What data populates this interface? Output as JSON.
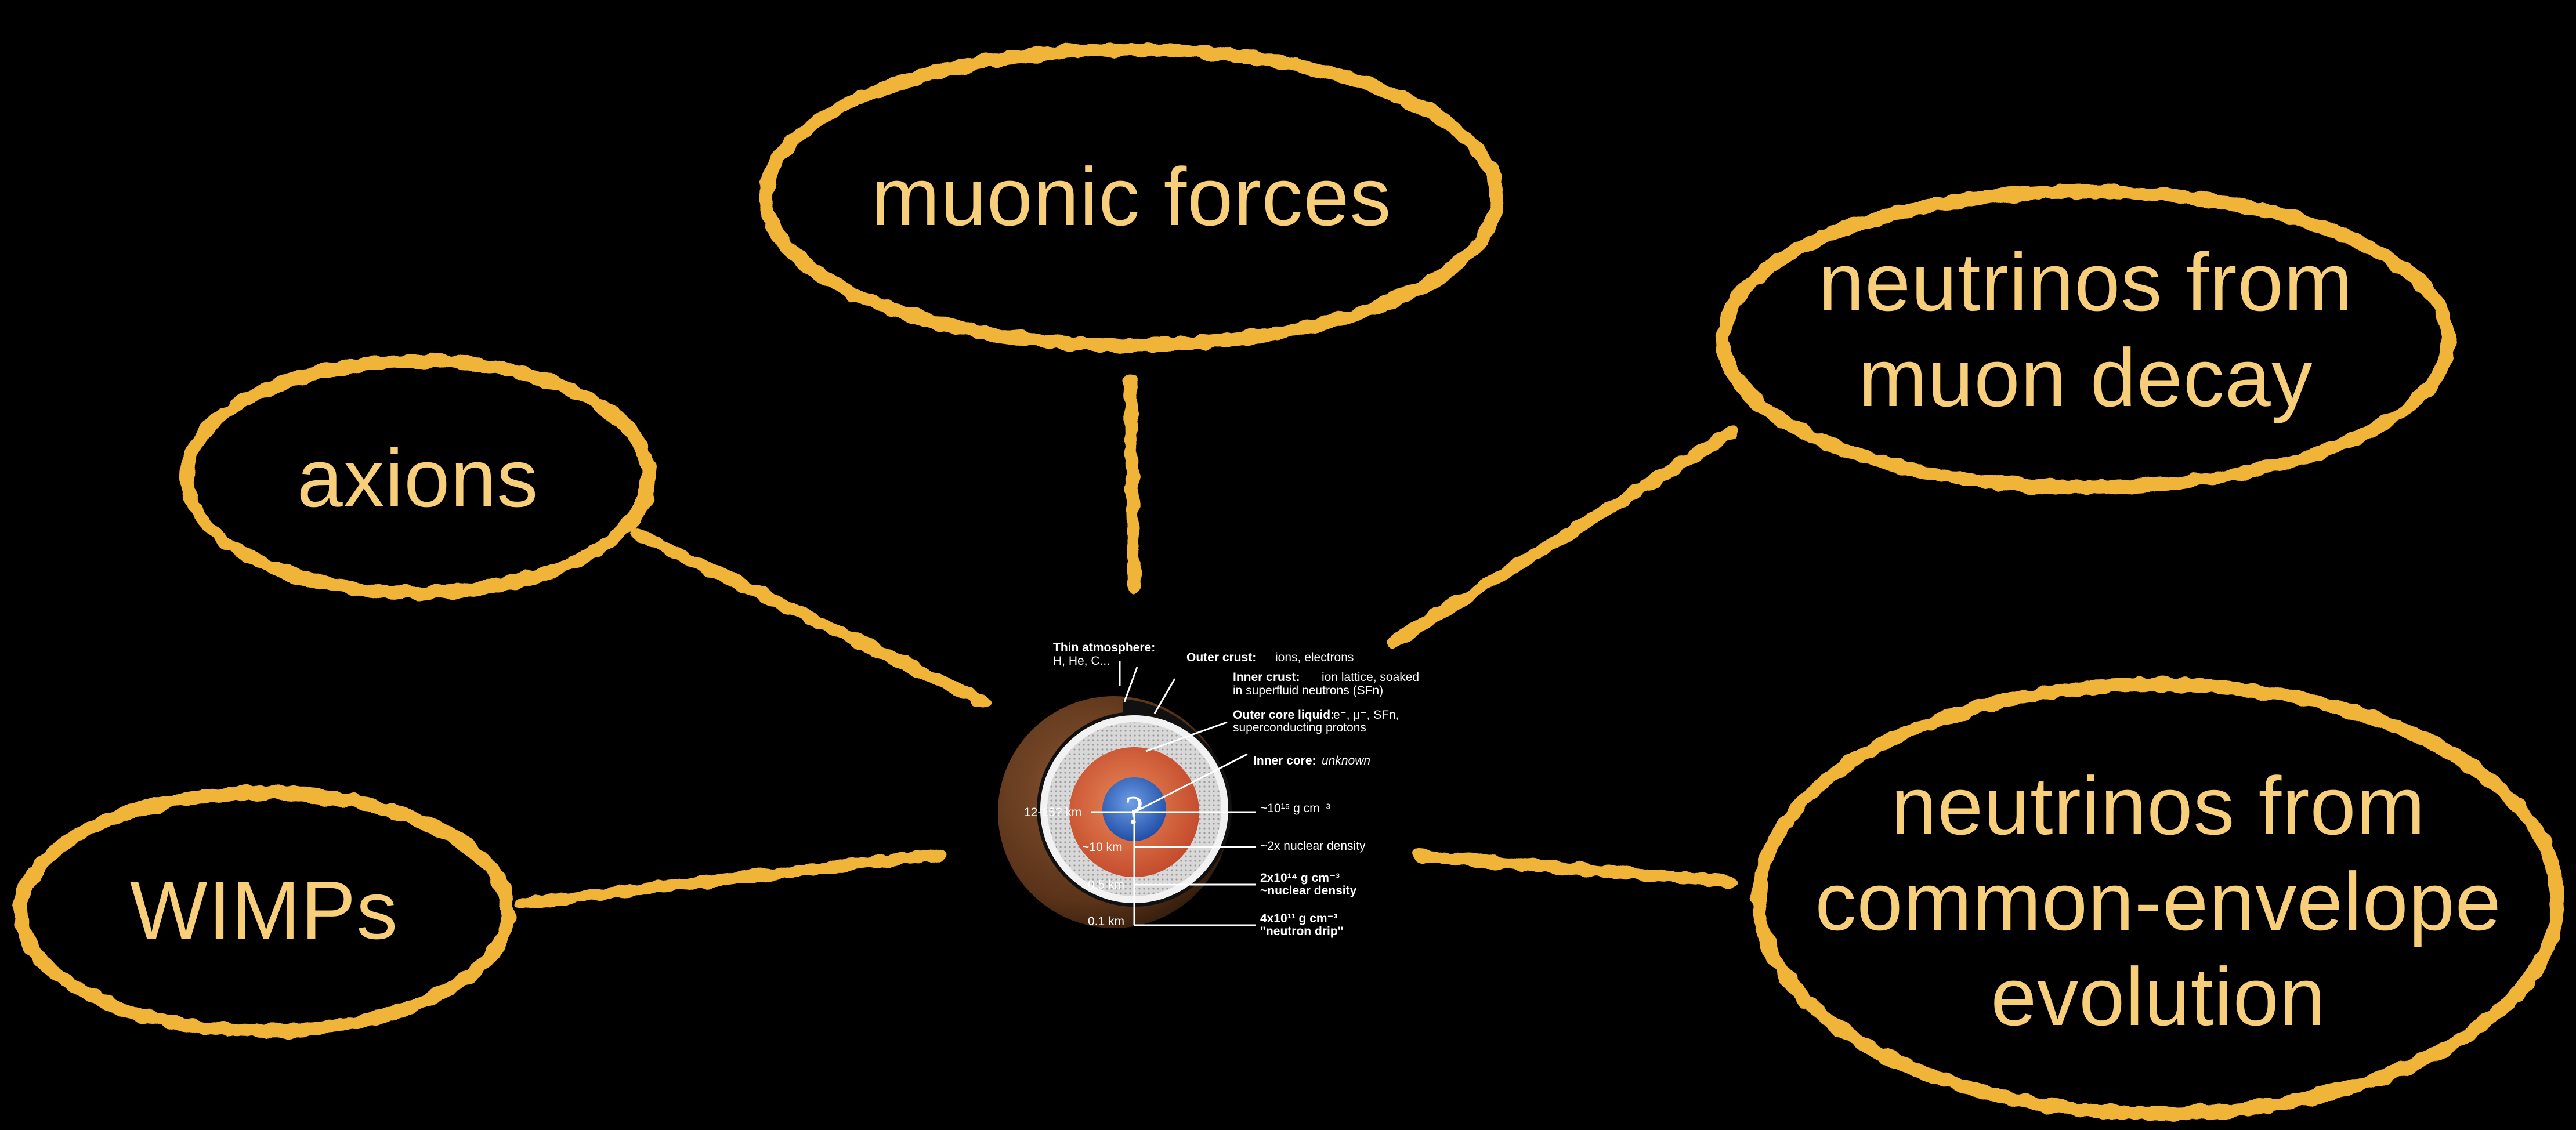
{
  "bubbles": {
    "muonic_forces": {
      "lines": [
        "muonic forces"
      ]
    },
    "axions": {
      "lines": [
        "axions"
      ]
    },
    "wimps": {
      "lines": [
        "WIMPs"
      ]
    },
    "neutrinos_muon": {
      "lines": [
        "neutrinos from",
        "muon decay"
      ]
    },
    "neutrinos_ce": {
      "lines": [
        "neutrinos from",
        "common-envelope",
        "evolution"
      ]
    }
  },
  "neutron_star": {
    "atmosphere_title": "Thin atmosphere:",
    "atmosphere_detail": "H, He, C...",
    "outer_crust_title": "Outer crust:",
    "outer_crust_detail": "ions, electrons",
    "inner_crust_title": "Inner crust:",
    "inner_crust_detail_1": "ion lattice, soaked",
    "inner_crust_detail_2": "in superfluid neutrons (SFn)",
    "outer_core_title": "Outer core liquid:",
    "outer_core_detail_1": "e⁻, μ⁻, SFn,",
    "outer_core_detail_2": "superconducting protons",
    "inner_core_title": "Inner core:",
    "inner_core_detail": "unknown",
    "core_question": "?",
    "radius_labels": [
      "12-15? km",
      "~10 km",
      "0.5 km",
      "0.1 km"
    ],
    "density_1": "~10¹⁵ g cm⁻³",
    "density_2": "~2x nuclear density",
    "density_3a": "2x10¹⁴ g cm⁻³",
    "density_3b": "~nuclear density",
    "density_4a": "4x10¹¹ g cm⁻³",
    "density_4b": "\"neutron drip\""
  },
  "colors": {
    "accent": "#f7ce79",
    "stroke": "#f0b438",
    "background": "#000000",
    "inner_core": "#3a6ec8",
    "outer_core": "#d9623a",
    "crust": "#cfcfcf",
    "shell": "#6b3f22"
  }
}
